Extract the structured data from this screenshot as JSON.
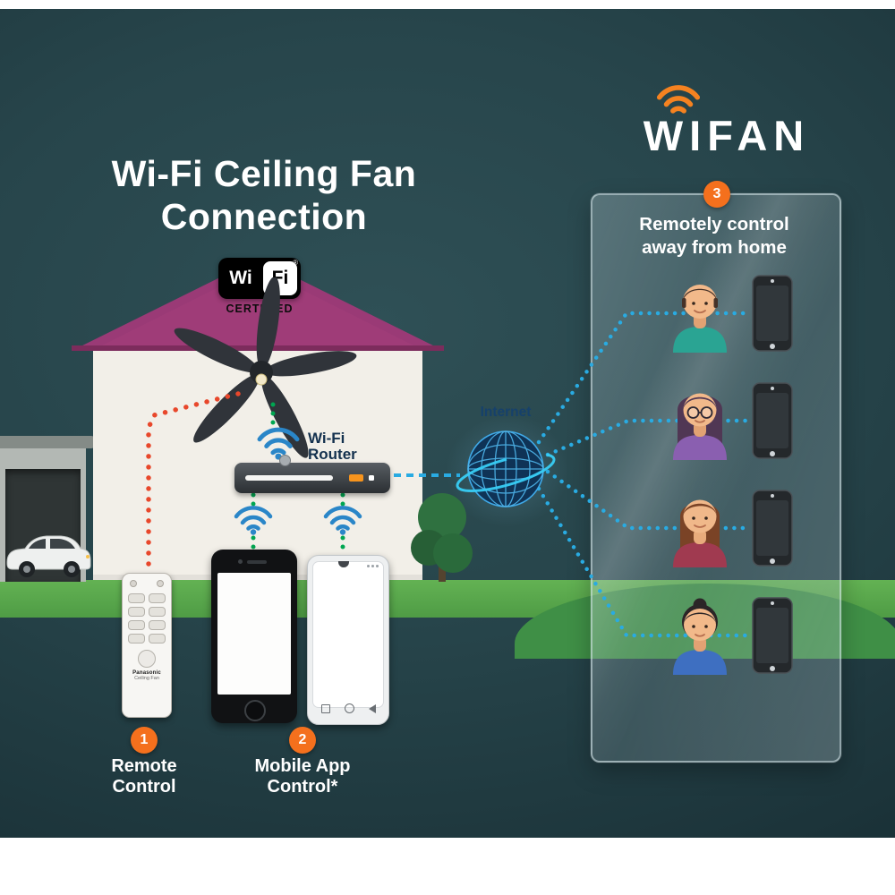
{
  "page": {
    "title_line1": "Wi-Fi Ceiling Fan",
    "title_line2": "Connection"
  },
  "brand": {
    "name": "WIFAN"
  },
  "wifi_cert": {
    "wi": "Wi",
    "fi": "Fi",
    "reg": "®",
    "certified": "CERTIFIED"
  },
  "router": {
    "label_line1": "Wi-Fi",
    "label_line2": "Router"
  },
  "internet": {
    "label": "Internet"
  },
  "remote": {
    "brand": "Panasonic",
    "model": "Ceiling Fan"
  },
  "steps": [
    {
      "num": "1",
      "line1": "Remote",
      "line2": "Control"
    },
    {
      "num": "2",
      "line1": "Mobile App",
      "line2": "Control*"
    },
    {
      "num": "3",
      "line1": "Remotely control",
      "line2": "away from home"
    }
  ],
  "icons": [
    "wifi-icon",
    "globe-icon",
    "ceiling-fan-icon",
    "router-icon",
    "remote-icon",
    "smartphone-icon",
    "car-icon",
    "tree-icon",
    "person-avatar-icon"
  ],
  "colors": {
    "background": "#24424A",
    "accent_orange": "#F4701D",
    "roof_purple": "#9A3A76",
    "grass_green": "#5FAE4E",
    "hill_green": "#3F8F46",
    "line_red": "#E8472B",
    "line_green": "#00A651",
    "line_blue": "#29ABE2",
    "wifi_blue": "#2A86C8",
    "wifan_orange": "#F58220"
  }
}
